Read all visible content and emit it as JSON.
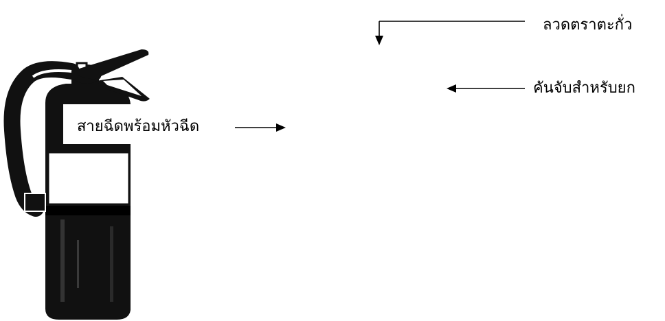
{
  "diagram": {
    "labels": {
      "seal_wire": "ลวดตราตะกั่ว",
      "carry_handle": "คันจับสำหรับยก",
      "hose_nozzle": "สายฉีดพร้อมหัวฉีด"
    },
    "colors": {
      "ink": "#000000",
      "background": "#ffffff"
    }
  }
}
